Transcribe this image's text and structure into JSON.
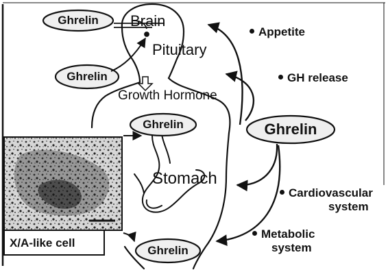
{
  "title": "",
  "hormone": "Ghrelin",
  "body_labels": {
    "brain": "Brain",
    "pituitary": "Pituitary",
    "growth_hormone": "Growth Hormone",
    "stomach": "Stomach"
  },
  "effects": {
    "appetite": "Appetite",
    "gh_release": "GH release",
    "cardiovascular_line1": "Cardiovascular",
    "cardiovascular_line2": "system",
    "metabolic_line1": "Metabolic",
    "metabolic_line2": "system"
  },
  "micrograph_caption": "X/A-like cell",
  "colors": {
    "ink": "#111111",
    "background": "#ffffff",
    "oval_fill": "#efefef",
    "micrograph_bg": "#d9d9d9"
  }
}
